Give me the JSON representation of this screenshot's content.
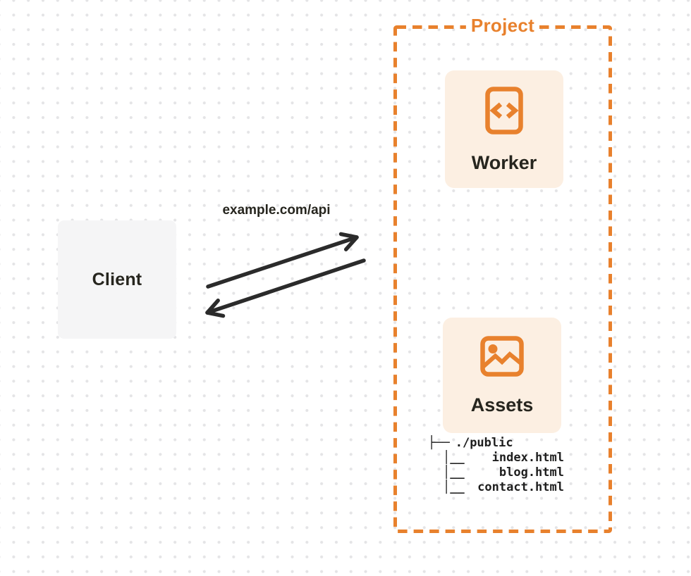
{
  "client": {
    "label": "Client"
  },
  "connection": {
    "label": "example.com/api"
  },
  "project": {
    "label": "Project",
    "worker": {
      "label": "Worker",
      "icon": "code-file-icon"
    },
    "assets": {
      "label": "Assets",
      "icon": "image-icon"
    },
    "file_tree": {
      "root": {
        "glyph": "├──",
        "name": "./public"
      },
      "children": [
        {
          "glyph": "│__",
          "name": "index.html"
        },
        {
          "glyph": "│__",
          "name": "blog.html"
        },
        {
          "glyph": "│__",
          "name": "contact.html"
        }
      ]
    }
  },
  "colors": {
    "accent": "#E8812D",
    "card-bg": "#FCEFE2",
    "client-bg": "#F5F5F6",
    "ink": "#26251E",
    "arrow": "#2B2B2B",
    "tree-ink": "#1E1E1E",
    "dot": "#E4E4E6",
    "bg": "#FFFFFF"
  }
}
